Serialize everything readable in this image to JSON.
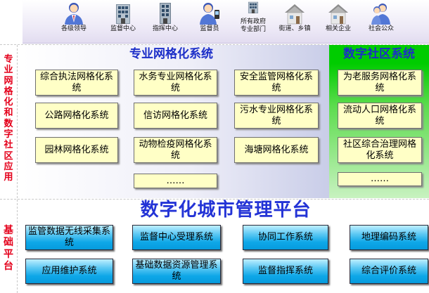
{
  "stakeholders": [
    {
      "label": "各级领导",
      "icon": "leader-person-icon"
    },
    {
      "label": "监督中心",
      "icon": "supervision-center-building-icon"
    },
    {
      "label": "指挥中心",
      "icon": "command-center-building-icon"
    },
    {
      "label": "监督员",
      "icon": "supervisor-person-phone-icon"
    },
    {
      "label": "所有政府\n专业部门",
      "icon": "government-department-building-icon"
    },
    {
      "label": "街道、乡镇",
      "icon": "street-town-house-icon"
    },
    {
      "label": "相关企业",
      "icon": "enterprise-house-icon"
    },
    {
      "label": "社会公众",
      "icon": "public-people-icon"
    }
  ],
  "side_labels": {
    "application": "专业网格化和数字社区应用",
    "base": "基础平台"
  },
  "grid_section": {
    "title": "专业网格化系统",
    "items": [
      "综合执法网格化系统",
      "水务专业网格化系统",
      "安全监管网格化系统",
      "公路网格化系统",
      "信访网格化系统",
      "污水专业网格化系统",
      "园林网格化系统",
      "动物检疫网格化系统",
      "海塘网格化系统",
      "……"
    ]
  },
  "community_section": {
    "title": "数字社区系统",
    "items": [
      "为老服务网格化系统",
      "流动人口网格化系统",
      "社区综合治理网格化系统",
      "……"
    ]
  },
  "platform": {
    "title": "数字化城市管理平台",
    "items": [
      "监管数据无线采集系统",
      "监督中心受理系统",
      "协同工作系统",
      "地理编码系统",
      "应用维护系统",
      "基础数据资源管理系统",
      "监督指挥系统",
      "综合评价系统"
    ]
  },
  "colors": {
    "side_label": "#e4001b",
    "section_title": "#1c2ec8",
    "yellow_box": "#ffffc6",
    "community_green": "#00cc00",
    "platform_cyan": "#0ea7e8"
  }
}
